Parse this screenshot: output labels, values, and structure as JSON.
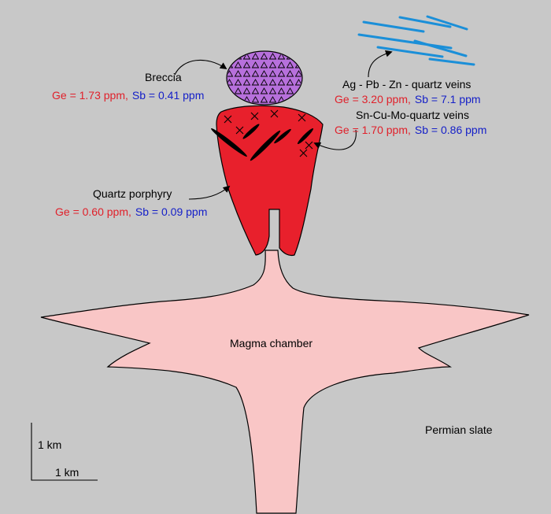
{
  "colors": {
    "background": "#c8c8c8",
    "magma": "#f9c6c6",
    "porphyry": "#e8202c",
    "breccia": "#b770dc",
    "veins_blue": "#1b8fd8",
    "ge_text": "#e0202a",
    "sb_text": "#1520c8",
    "outline": "#000000"
  },
  "labels": {
    "breccia": "Breccia",
    "breccia_ge": "Ge = 1.73 ppm,",
    "breccia_sb": "Sb = 0.41 ppm",
    "agpbzn": "Ag - Pb - Zn - quartz veins",
    "agpbzn_ge": "Ge = 3.20 ppm,",
    "agpbzn_sb": "Sb = 7.1 ppm",
    "sncumo": "Sn-Cu-Mo-quartz veins",
    "sncumo_ge": "Ge = 1.70 ppm,",
    "sncumo_sb": "Sb = 0.86 ppm",
    "porphyry": "Quartz porphyry",
    "porphyry_ge": "Ge = 0.60 ppm,",
    "porphyry_sb": "Sb = 0.09 ppm",
    "magma": "Magma chamber",
    "slate": "Permian slate",
    "scale_v": "1 km",
    "scale_h": "1 km"
  }
}
